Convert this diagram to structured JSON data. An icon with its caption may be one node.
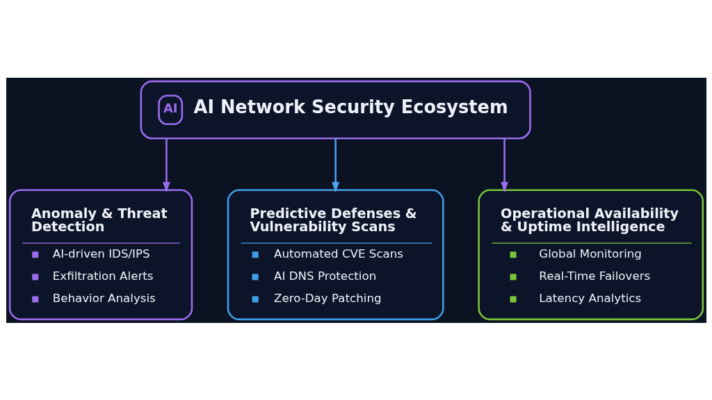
{
  "diagram": {
    "nodes": [
      {
        "text": [
          "AI",
          "AI Network Security Ecosystem"
        ]
      },
      {
        "text": [
          "Anomaly & Threat Detection",
          "AI-driven IDS/IPS",
          "Exfiltration Alerts",
          "Behavior Analysis"
        ]
      },
      {
        "text": [
          "Predictive Defenses & Vulnerability Scans",
          "Automated CVE Scans",
          "AI DNS Protection",
          "Zero-Day Patching"
        ]
      },
      {
        "text": [
          "Operational Availability & Uptime Intelligence",
          "Global Monitoring",
          "Real-Time Failovers",
          "Latency Analytics"
        ]
      }
    ],
    "edges": [
      {
        "from": 0,
        "to": 1,
        "arrow": "to"
      },
      {
        "from": 0,
        "to": 2,
        "arrow": "to",
        "color": "#4aa3ef"
      },
      {
        "from": 0,
        "to": 3,
        "arrow": "to"
      }
    ]
  }
}
